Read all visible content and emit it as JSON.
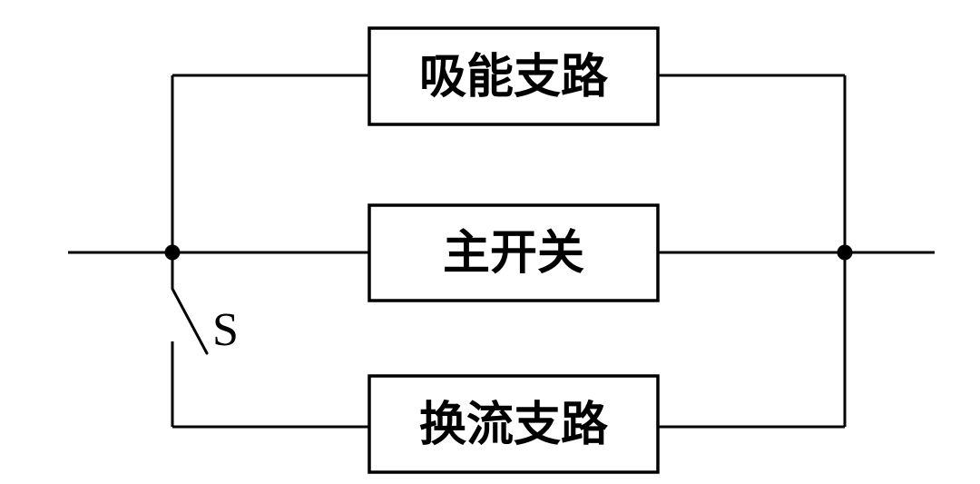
{
  "diagram": {
    "background_color": "#ffffff",
    "line_color": "#000000",
    "boxes": [
      {
        "label": "吸能支路"
      },
      {
        "label": "主开关"
      },
      {
        "label": "换流支路"
      }
    ],
    "switch": {
      "label": "S"
    }
  }
}
